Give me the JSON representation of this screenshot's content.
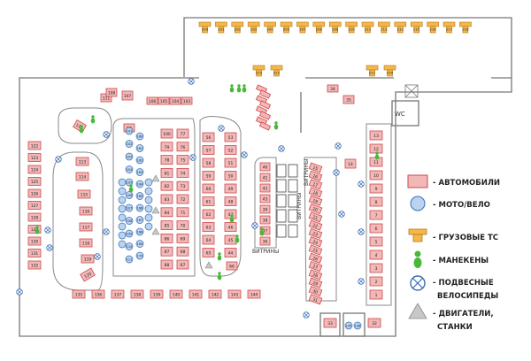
{
  "colors": {
    "car_fill": "#f2b8b8",
    "car_stroke": "#d04848",
    "moto_fill": "#b9d3f1",
    "moto_stroke": "#3a6fb5",
    "truck_fill": "#f5b64a",
    "truck_stroke": "#b57a1a",
    "mannequin": "#49b83a",
    "wall": "#777777"
  },
  "legend": {
    "cars": "- АВТОМОБИЛИ",
    "moto": "- МОТО/ВЕЛО",
    "trucks": "- ГРУЗОВЫЕ ТС",
    "mannequins": "- МАНЕКЕНЫ",
    "bikes_line1": "- ПОДВЕСНЫЕ",
    "bikes_line2": "ВЕЛОСИПЕДЫ",
    "engines_line1": "- ДВИГАТЕЛИ,",
    "engines_line2": "СТАНКИ"
  },
  "labels": {
    "showcase_1": "ВИТРИНЫ",
    "showcase_2": "ВИТРИНЫ",
    "showcase_3": "ВИТРИНЫ",
    "wc": "WC"
  },
  "trucks_top": [
    "209",
    "201",
    "202",
    "203",
    "204",
    "205",
    "207",
    "208",
    "209",
    "210",
    "211",
    "212",
    "213",
    "215",
    "216",
    "217",
    "218"
  ],
  "trucks_mid": [
    "223",
    "222",
    "221",
    "220"
  ],
  "loop_left": [
    "113",
    "114",
    "115",
    "116",
    "117",
    "118",
    "119",
    "120",
    "121"
  ],
  "col_a": [
    "100",
    "79",
    "78",
    "81",
    "82",
    "83",
    "84",
    "85",
    "86",
    "87",
    "88"
  ],
  "col_b": [
    "77",
    "76",
    "75",
    "74",
    "73",
    "72",
    "71",
    "70",
    "69",
    "68",
    "67"
  ],
  "col_c": [
    "56",
    "57",
    "58",
    "59",
    "60",
    "61",
    "62",
    "63",
    "64",
    "65"
  ],
  "col_d": [
    "53",
    "52",
    "51",
    "50",
    "49",
    "48",
    "47",
    "46",
    "45",
    "44"
  ],
  "col_e": [
    "40",
    "41",
    "42",
    "43",
    "39",
    "38",
    "37",
    "36"
  ],
  "col_f": [
    "15",
    "16",
    "17",
    "18",
    "19",
    "20",
    "21",
    "22",
    "23",
    "24",
    "25",
    "26",
    "27",
    "28",
    "29",
    "30",
    "31"
  ],
  "col_g": [
    "13",
    "12",
    "11",
    "10",
    "9",
    "8",
    "7",
    "6",
    "5",
    "4",
    "3",
    "2",
    "1"
  ],
  "col_left": [
    "122",
    "123",
    "124",
    "125",
    "126",
    "127",
    "128",
    "129",
    "130",
    "131",
    "132"
  ],
  "top_row": [
    "111",
    "106",
    "105",
    "104",
    "103"
  ],
  "bottom_row": [
    "135",
    "136",
    "137",
    "138",
    "139",
    "140",
    "141",
    "142",
    "143",
    "144"
  ],
  "moto_col_1": [
    "101",
    "102",
    "103",
    "104",
    "105",
    "106",
    "107",
    "108",
    "109",
    "110",
    "111"
  ],
  "moto_col_2": [
    "160",
    "161",
    "162",
    "163",
    "164",
    "165",
    "166",
    "167",
    "168",
    "169",
    "170"
  ],
  "misc": {
    "n108": "108",
    "n107": "107",
    "n34": "34",
    "n35": "35",
    "n33": "33",
    "n14": "14",
    "n112": "112",
    "n145": "145",
    "n146": "146",
    "n32": "32",
    "n66": "66",
    "n99": "99"
  }
}
